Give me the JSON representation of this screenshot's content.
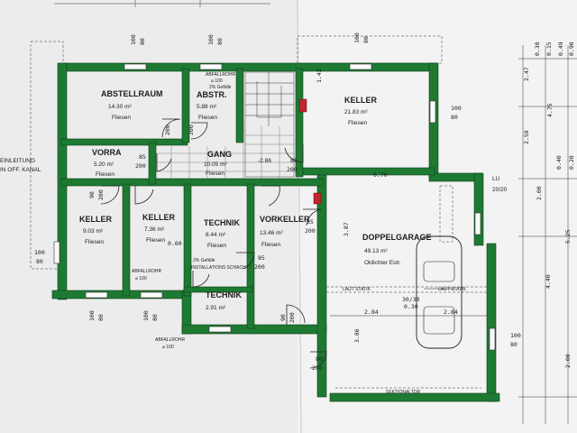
{
  "rooms": {
    "abstellraum": {
      "name": "ABSTELLRAUM",
      "area": "14.30 m²",
      "floor": "Fliesen"
    },
    "abstr": {
      "name": "ABSTR.",
      "area": "5.88 m²",
      "floor": "Fliesen"
    },
    "keller_top": {
      "name": "KELLER",
      "area": "21.83 m²",
      "floor": "Fliesen"
    },
    "vorra": {
      "name": "VORRA",
      "area": "5.20 m²",
      "floor": "Fliesen"
    },
    "gang": {
      "name": "GANG",
      "area": "10.05 m²",
      "floor": "Fliesen"
    },
    "keller_a": {
      "name": "KELLER",
      "area": "9.03 m²",
      "floor": "Fliesen"
    },
    "keller_b": {
      "name": "KELLER",
      "area": "7.36 m²",
      "floor": "Fliesen"
    },
    "technik_a": {
      "name": "TECHNIK",
      "area": "8.44 m²",
      "floor": "Fliesen"
    },
    "vorkeller": {
      "name": "VORKELLER",
      "area": "13.46 m²",
      "floor": "Fliesen"
    },
    "technik_b": {
      "name": "TECHNIK",
      "area": "2.91 m²",
      "floor": ""
    },
    "doppelgarage": {
      "name": "DOPPELGARAGE",
      "area": "49.13 m²",
      "floor": "Oldichter Estr."
    }
  },
  "annotations": {
    "abfallrohr_top": "ABFALLROHR",
    "abfallrohr_top_dn": "⌀ 100",
    "gefaelle": "2% Gefälle",
    "einleitung": "EINLEITUNG",
    "kanal": "IN OFF. KANAL",
    "abfallrohr_mid": "ABFALLROHR",
    "abfallrohr_mid_dn": "⌀ 100",
    "abfallrohr_bottom": "ABFALLROHR",
    "abfallrohr_bottom_dn": "⌀ 100",
    "installationsschacht": "INSTALLATIONS SCHACHT",
    "sektionaltor": "SEKTIONALTOR",
    "lu": "LU",
    "lu_dim": "20/20",
    "level": "-2.86",
    "statik_a": "LAUT STATIK",
    "statik_b": "LAUT STATIK"
  },
  "dimensions": {
    "d_100": "100",
    "d_80": "80",
    "d_200": "200",
    "d_85": "85",
    "d_90": "90",
    "d_060": "0.60",
    "d_070": "0.70",
    "d_284": "2.84",
    "d_030": "0.30",
    "d_3030": "30/30",
    "d_142": "1.42",
    "d_386": "3.86",
    "d_387": "3.87",
    "r_247": "2.47",
    "r_258": "2.58",
    "r_200": "2.00",
    "r_440": "4.40",
    "r_475": "4.75",
    "r_525": "5.25",
    "r_038": "0.38",
    "r_015": "0.15",
    "r_049": "0.49",
    "r_090": "0.90",
    "r_040": "0.40",
    "r_020": "0.20"
  }
}
